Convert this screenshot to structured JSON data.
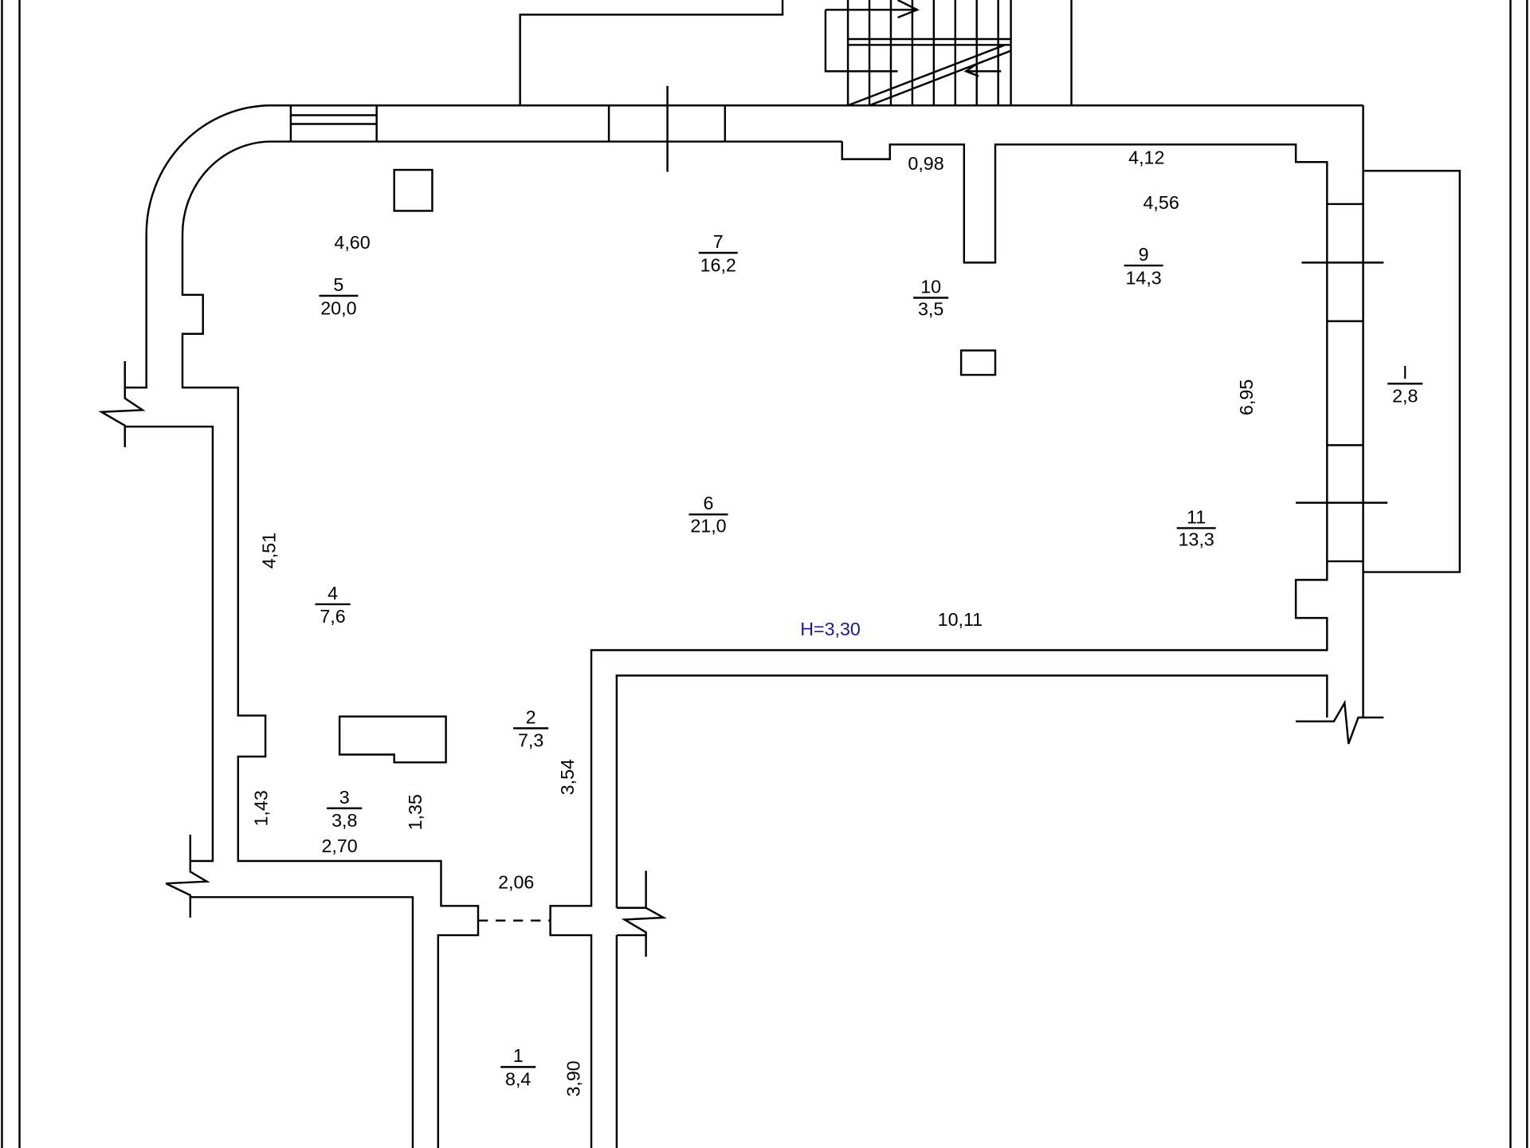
{
  "rooms": [
    {
      "number": "1",
      "area": "8,4"
    },
    {
      "number": "2",
      "area": "7,3"
    },
    {
      "number": "3",
      "area": "3,8"
    },
    {
      "number": "4",
      "area": "7,6"
    },
    {
      "number": "5",
      "area": "20,0"
    },
    {
      "number": "6",
      "area": "21,0"
    },
    {
      "number": "7",
      "area": "16,2"
    },
    {
      "number": "9",
      "area": "14,3"
    },
    {
      "number": "10",
      "area": "3,5"
    },
    {
      "number": "11",
      "area": "13,3"
    },
    {
      "number": "I",
      "area": "2,8"
    }
  ],
  "dimensions": {
    "d460": "4,60",
    "d098": "0,98",
    "d412": "4,12",
    "d456": "4,56",
    "d695": "6,95",
    "d451": "4,51",
    "d1011": "10,11",
    "d354": "3,54",
    "d143": "1,43",
    "d135": "1,35",
    "d270": "2,70",
    "d206": "2,06",
    "d390": "3,90"
  },
  "ceiling_height": "H=3,30",
  "colors": {
    "lines": "#000000",
    "height_label": "#1a1aa0"
  }
}
